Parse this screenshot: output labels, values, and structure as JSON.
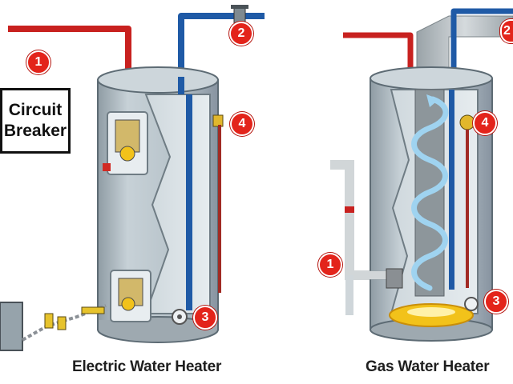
{
  "captions": {
    "electric": "Electric Water Heater",
    "gas": "Gas Water Heater"
  },
  "circuit_breaker": {
    "line1": "Circuit",
    "line2": "Breaker"
  },
  "badges": {
    "electric": [
      "1",
      "2",
      "3",
      "4"
    ],
    "gas": [
      "1",
      "2",
      "3",
      "4"
    ]
  },
  "colors": {
    "hot_pipe": "#c8211f",
    "cold_pipe": "#1f5aa6",
    "tank_body": "#b8c4cb",
    "badge": "#e3241b",
    "flame": "#f2c21a",
    "heat_arrows": "#9fd3f0"
  }
}
